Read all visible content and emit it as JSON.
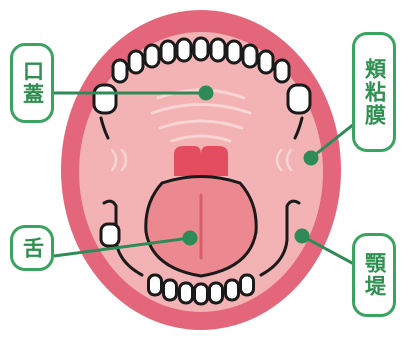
{
  "labels": {
    "palate": "口蓋",
    "buccal_mucosa": "頬粘膜",
    "tongue": "舌",
    "mandibular_ridge": "顎堤"
  },
  "colors": {
    "lip": "#e4667a",
    "mouth_interior": "#f3b2b4",
    "tongue": "#ec8890",
    "uvula": "#e34d5f",
    "leader_line": "#2e8b57",
    "label_border": "#3aa35f",
    "outline": "#1a1a1a"
  }
}
